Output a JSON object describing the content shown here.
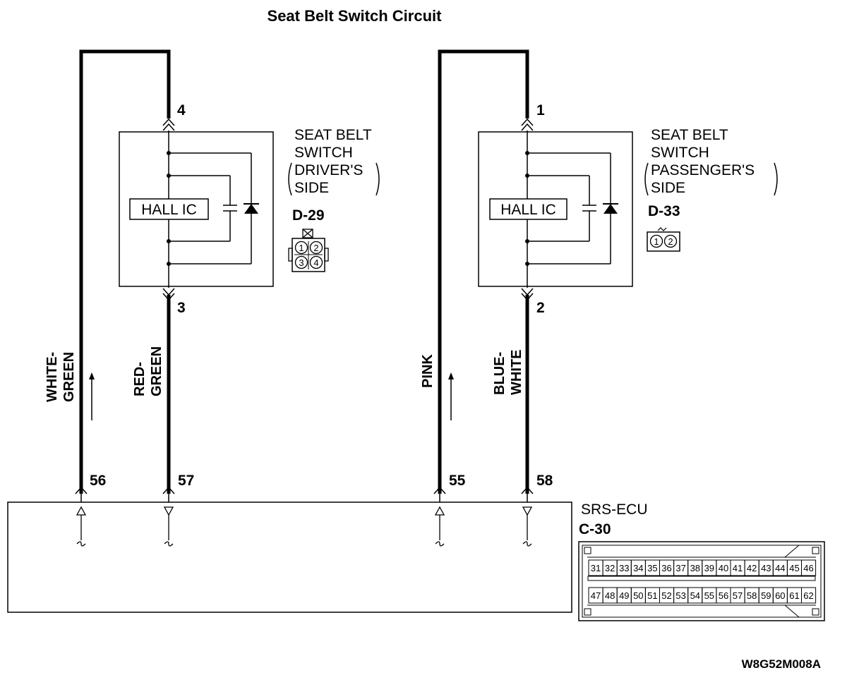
{
  "title": "Seat Belt Switch Circuit",
  "driver_switch": {
    "name_lines": [
      "SEAT BELT",
      "SWITCH",
      "DRIVER'S",
      "SIDE"
    ],
    "connector": "D-29",
    "pin_top": "4",
    "pin_bottom": "3",
    "ic_label": "HALL IC",
    "connector_pins": [
      "1",
      "2",
      "3",
      "4"
    ]
  },
  "passenger_switch": {
    "name_lines": [
      "SEAT BELT",
      "SWITCH",
      "PASSENGER'S",
      "SIDE"
    ],
    "connector": "D-33",
    "pin_top": "1",
    "pin_bottom": "2",
    "ic_label": "HALL IC",
    "connector_pins": [
      "1",
      "2"
    ]
  },
  "wires": [
    {
      "color_lines": [
        "WHITE-",
        "GREEN"
      ],
      "ecu_pin": "56"
    },
    {
      "color_lines": [
        "RED-",
        "GREEN"
      ],
      "ecu_pin": "57"
    },
    {
      "color_lines": [
        "PINK"
      ],
      "ecu_pin": "55"
    },
    {
      "color_lines": [
        "BLUE-",
        "WHITE"
      ],
      "ecu_pin": "58"
    }
  ],
  "ecu": {
    "name": "SRS-ECU",
    "connector": "C-30",
    "row_top": [
      "31",
      "32",
      "33",
      "34",
      "35",
      "36",
      "37",
      "38",
      "39",
      "40",
      "41",
      "42",
      "43",
      "44",
      "45",
      "46"
    ],
    "row_bottom": [
      "47",
      "48",
      "49",
      "50",
      "51",
      "52",
      "53",
      "54",
      "55",
      "56",
      "57",
      "58",
      "59",
      "60",
      "61",
      "62"
    ]
  },
  "figure_code": "W8G52M008A"
}
